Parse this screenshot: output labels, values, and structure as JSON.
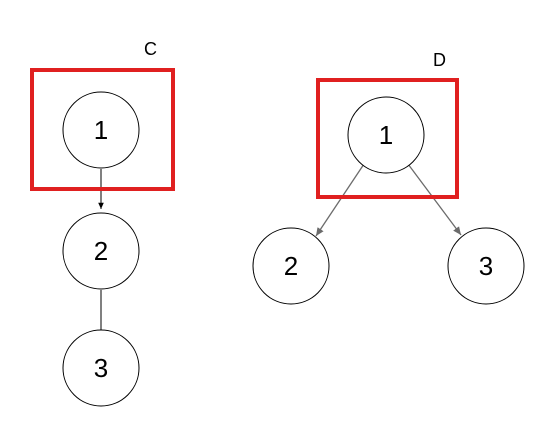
{
  "colors": {
    "highlight": "#e02020",
    "node_stroke": "#000000",
    "edge_c": "#000000",
    "edge_d": "#6b6b6b",
    "background": "#ffffff"
  },
  "diagrams": [
    {
      "label": "C",
      "layout": "chain",
      "highlighted_node": "1",
      "nodes": [
        "1",
        "2",
        "3"
      ],
      "edges": [
        [
          "1",
          "2"
        ],
        [
          "2",
          "3"
        ]
      ]
    },
    {
      "label": "D",
      "layout": "tree",
      "highlighted_node": "1",
      "nodes": [
        "1",
        "2",
        "3"
      ],
      "edges": [
        [
          "1",
          "2"
        ],
        [
          "1",
          "3"
        ]
      ]
    }
  ]
}
